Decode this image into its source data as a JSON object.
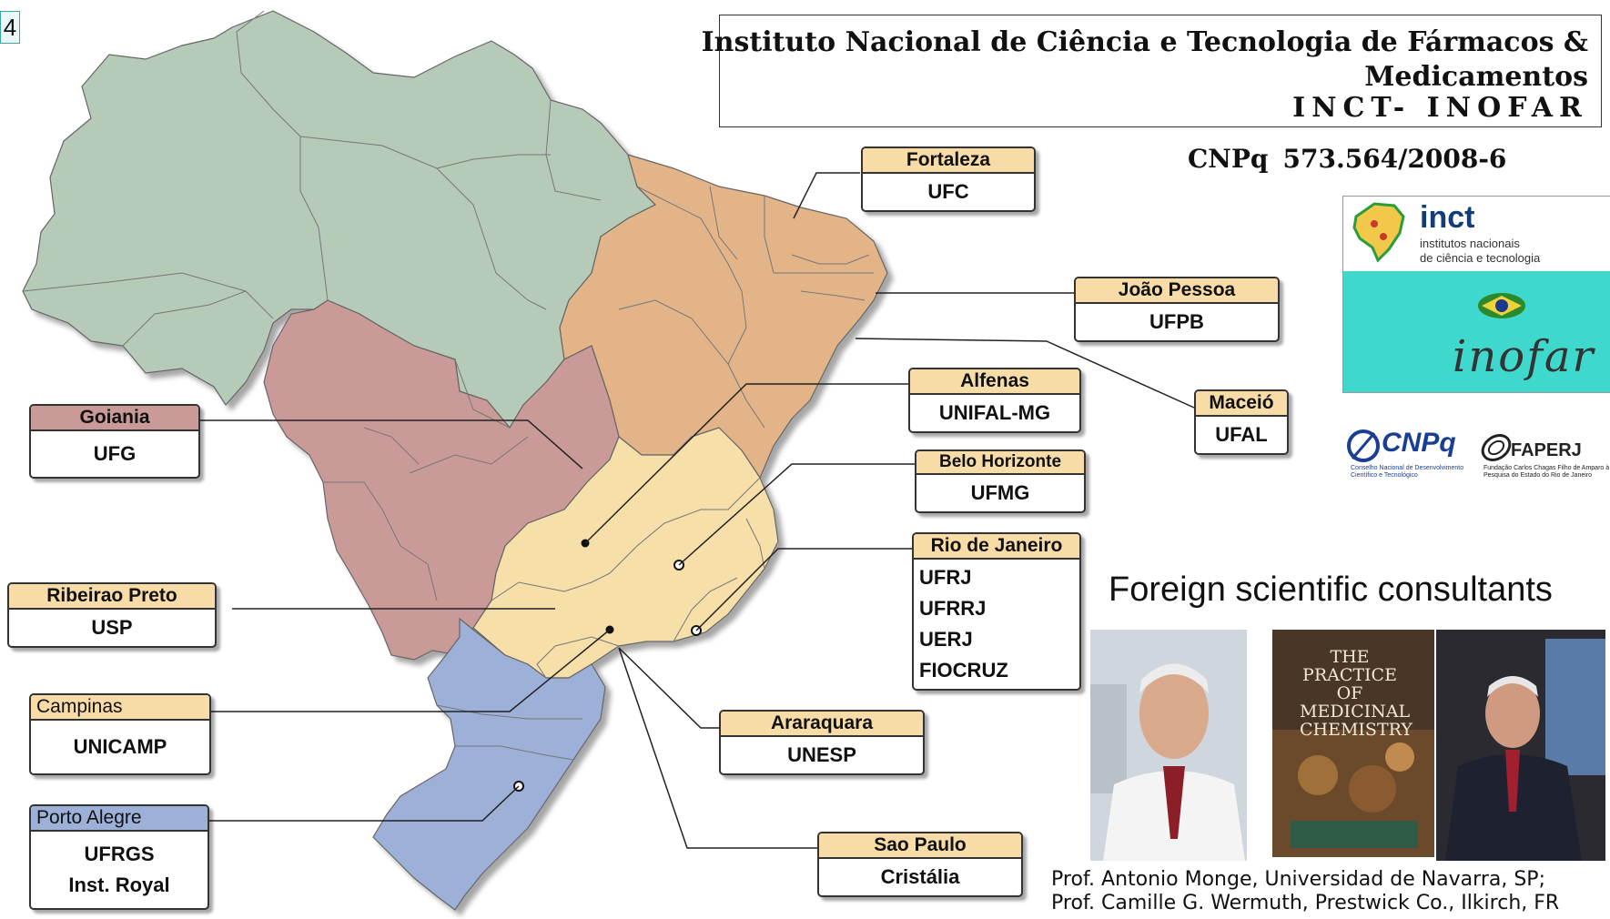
{
  "slide_number": "4",
  "institute": {
    "title_line1": "Instituto Nacional de Ciência e Tecnologia de Fármacos &",
    "title_line2": "Medicamentos",
    "acronym": "INCT- INOFAR"
  },
  "grant": {
    "agency": "CNPq",
    "number": "573.564/2008-6"
  },
  "logos": {
    "inct_name": "inct",
    "inct_sub1": "institutos nacionais",
    "inct_sub2": "de ciência e tecnologia",
    "inofar": "inofar",
    "cnpq": "CNPq",
    "cnpq_sub": "Conselho Nacional de Desenvolvimento Científico e Tecnológico",
    "faperj": "FAPERJ",
    "faperj_sub": "Fundação Carlos Chagas Filho de Amparo à Pesquisa do Estado do Rio de Janeiro"
  },
  "region_colors": {
    "north": "#b6cab8",
    "northeast": "#e2b487",
    "center_west": "#c99a98",
    "southeast": "#f7dfaa",
    "south": "#9db0d8"
  },
  "labels": {
    "fortaleza": {
      "city": "Fortaleza",
      "inst": [
        "UFC"
      ]
    },
    "joao_pessoa": {
      "city": "João Pessoa",
      "inst": [
        "UFPB"
      ]
    },
    "maceio": {
      "city": "Maceió",
      "inst": [
        "UFAL"
      ]
    },
    "alfenas": {
      "city": "Alfenas",
      "inst": [
        "UNIFAL-MG"
      ]
    },
    "belo_horizonte": {
      "city": "Belo Horizonte",
      "inst": [
        "UFMG"
      ]
    },
    "rio": {
      "city": "Rio de Janeiro",
      "inst": [
        "UFRJ",
        "UFRRJ",
        "UERJ",
        "FIOCRUZ"
      ]
    },
    "goiania": {
      "city": "Goiania",
      "inst": [
        "UFG"
      ]
    },
    "ribeirao": {
      "city": "Ribeirao Preto",
      "inst": [
        "USP"
      ]
    },
    "campinas": {
      "city": "Campinas",
      "inst": [
        "UNICAMP"
      ]
    },
    "porto_alegre": {
      "city": "Porto Alegre",
      "inst": [
        "UFRGS",
        "Inst. Royal"
      ]
    },
    "araraquara": {
      "city": "Araraquara",
      "inst": [
        "UNESP"
      ]
    },
    "sao_paulo": {
      "city": "Sao Paulo",
      "inst": [
        "Cristália"
      ]
    }
  },
  "label_colors": {
    "default": "#f7dca8",
    "goiania": "#c99a98",
    "porto_alegre": "#9db0d8"
  },
  "consultants": {
    "heading": "Foreign scientific consultants",
    "book_title": "The Practice of Medicinal Chemistry",
    "people": [
      "Prof. Antonio Monge, Universidad de Navarra, SP;",
      "Prof. Camille G. Wermuth, Prestwick Co., Ilkirch, FR"
    ]
  }
}
